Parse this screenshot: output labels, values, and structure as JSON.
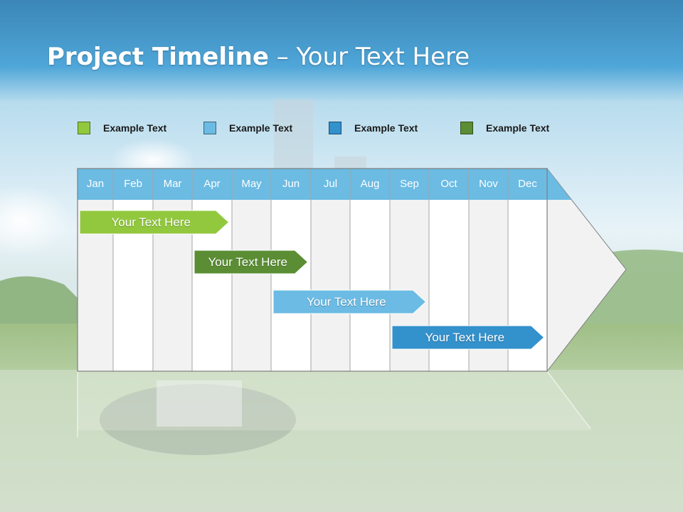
{
  "slide": {
    "title_bold": "Project Timeline",
    "title_rest": " – Your Text Here"
  },
  "legend": [
    {
      "label": "Example Text",
      "color": "#92c83e"
    },
    {
      "label": "Example Text",
      "color": "#6cbbe4"
    },
    {
      "label": "Example Text",
      "color": "#3391cc"
    },
    {
      "label": "Example Text",
      "color": "#5b8e34"
    }
  ],
  "months": [
    "Jan",
    "Feb",
    "Mar",
    "Apr",
    "May",
    "Jun",
    "Jul",
    "Aug",
    "Sep",
    "Oct",
    "Nov",
    "Dec"
  ],
  "colors": {
    "header": "#6bbbe3",
    "column_light": "#f2f2f2",
    "column_white": "#ffffff",
    "bar_green_light": "#92c83e",
    "bar_green_dark": "#5b8e34",
    "bar_blue_light": "#6cbbe4",
    "bar_blue_dark": "#3391cc"
  },
  "bars": [
    {
      "label": "Your  Text Here",
      "start_month": "Jan",
      "end_month": "Apr",
      "color": "#92c83e"
    },
    {
      "label": "Your  Text Here",
      "start_month": "Apr",
      "end_month": "Jun",
      "color": "#5b8e34"
    },
    {
      "label": "Your  Text Here",
      "start_month": "Jun",
      "end_month": "Sep",
      "color": "#6cbbe4"
    },
    {
      "label": "Your  Text Here",
      "start_month": "Sep",
      "end_month": "Dec",
      "color": "#3391cc"
    }
  ]
}
